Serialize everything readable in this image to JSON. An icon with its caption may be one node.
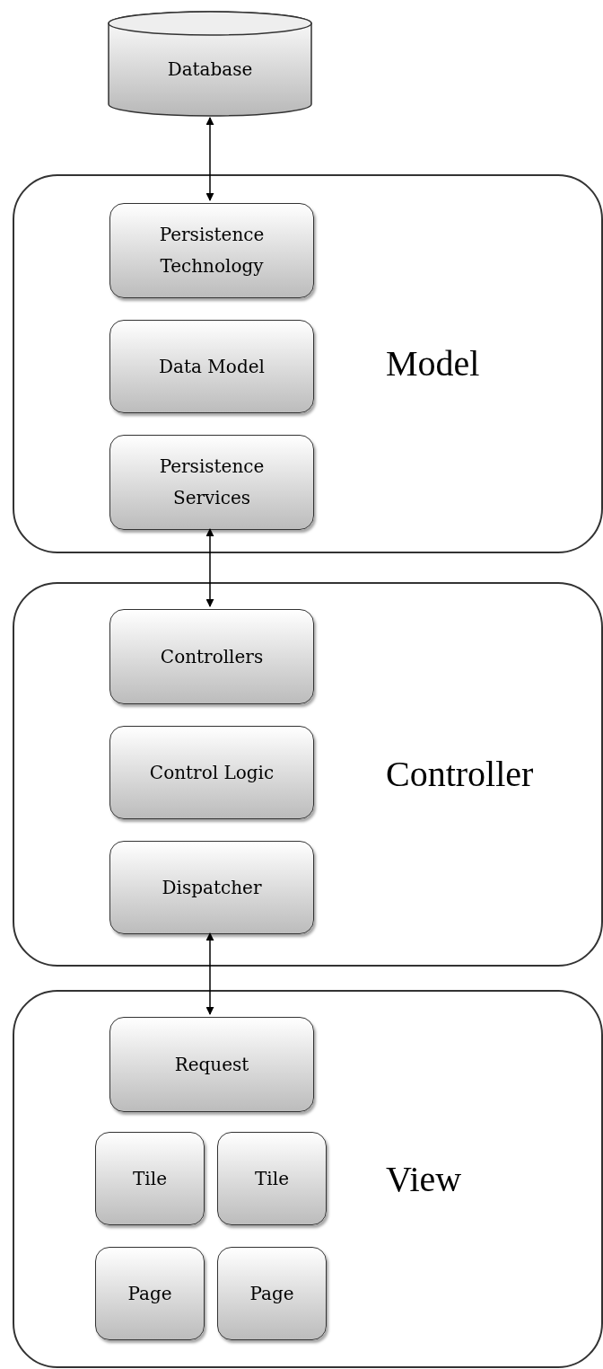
{
  "diagram": {
    "nodes": [
      {
        "text": [
          "Database"
        ]
      },
      {
        "text": [
          "Model"
        ]
      },
      {
        "text": [
          "Persistence Technology"
        ],
        "in": 1
      },
      {
        "text": [
          "Data Model"
        ],
        "in": 1
      },
      {
        "text": [
          "Persistence Services"
        ],
        "in": 1
      },
      {
        "text": [
          "Controller"
        ]
      },
      {
        "text": [
          "Controllers"
        ],
        "in": 5
      },
      {
        "text": [
          "Control Logic"
        ],
        "in": 5
      },
      {
        "text": [
          "Dispatcher"
        ],
        "in": 5
      },
      {
        "text": [
          "View"
        ]
      },
      {
        "text": [
          "Request"
        ],
        "in": 9
      },
      {
        "text": [
          "Tile"
        ],
        "in": 9
      },
      {
        "text": [
          "Tile"
        ],
        "in": 9
      },
      {
        "text": [
          "Page"
        ],
        "in": 9
      },
      {
        "text": [
          "Page"
        ],
        "in": 9
      }
    ],
    "edges": [
      {
        "from": 0,
        "to": 2,
        "arrow": "both"
      },
      {
        "from": 4,
        "to": 6,
        "arrow": "both"
      },
      {
        "from": 8,
        "to": 10,
        "arrow": "both"
      }
    ]
  }
}
